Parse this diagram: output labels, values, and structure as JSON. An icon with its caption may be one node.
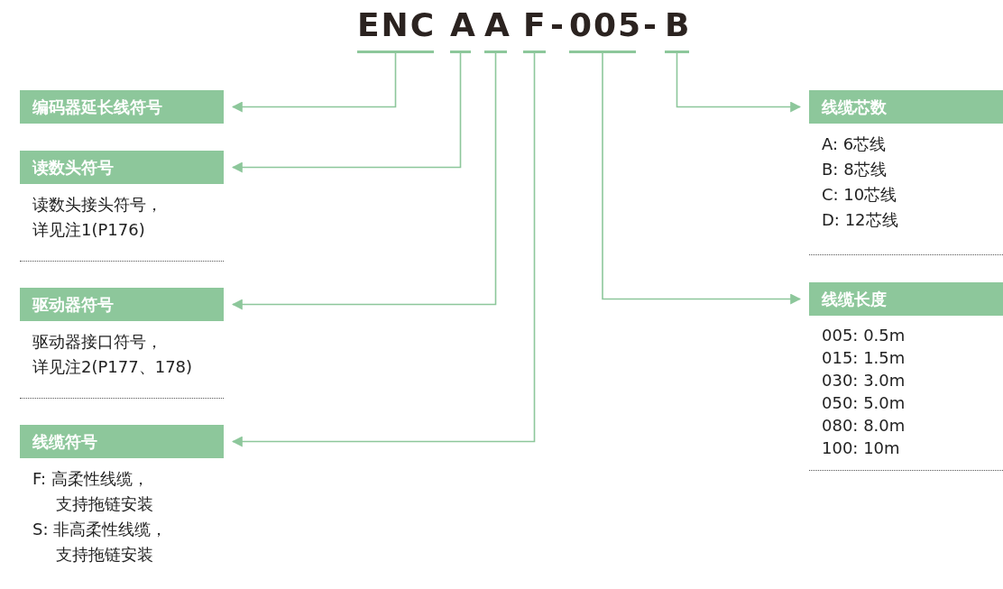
{
  "diagram": {
    "nodes": [
      {
        "text": [
          "ENC"
        ]
      },
      {
        "text": [
          "A"
        ]
      },
      {
        "text": [
          "A"
        ]
      },
      {
        "text": [
          "F"
        ]
      },
      {
        "text": [
          "005"
        ]
      },
      {
        "text": [
          "B"
        ]
      },
      {
        "text": [
          "编码器延长线符号"
        ]
      },
      {
        "text": [
          "读数头符号",
          "读数头接头符号，详见注1(P176)"
        ]
      },
      {
        "text": [
          "驱动器符号",
          "驱动器接口符号，详见注2(P177、178)"
        ]
      },
      {
        "text": [
          "线缆符号",
          "F: 高柔性线缆，支持拖链安装",
          "S: 非高柔性线缆，支持拖链安装"
        ]
      },
      {
        "text": [
          "线缆芯数",
          "A: 6芯线",
          "B: 8芯线",
          "C: 10芯线",
          "D: 12芯线"
        ]
      },
      {
        "text": [
          "线缆长度",
          "005: 0.5m",
          "015: 1.5m",
          "030: 3.0m",
          "050: 5.0m",
          "080: 8.0m",
          "100: 10m"
        ]
      }
    ],
    "edges": [
      {
        "from": 0,
        "to": 6,
        "arrow": "to"
      },
      {
        "from": 1,
        "to": 7,
        "arrow": "to"
      },
      {
        "from": 2,
        "to": 8,
        "arrow": "to"
      },
      {
        "from": 3,
        "to": 9,
        "arrow": "to"
      },
      {
        "from": 5,
        "to": 10,
        "arrow": "to"
      },
      {
        "from": 4,
        "to": 11,
        "arrow": "to"
      }
    ],
    "labels": [
      "-",
      "-"
    ]
  }
}
